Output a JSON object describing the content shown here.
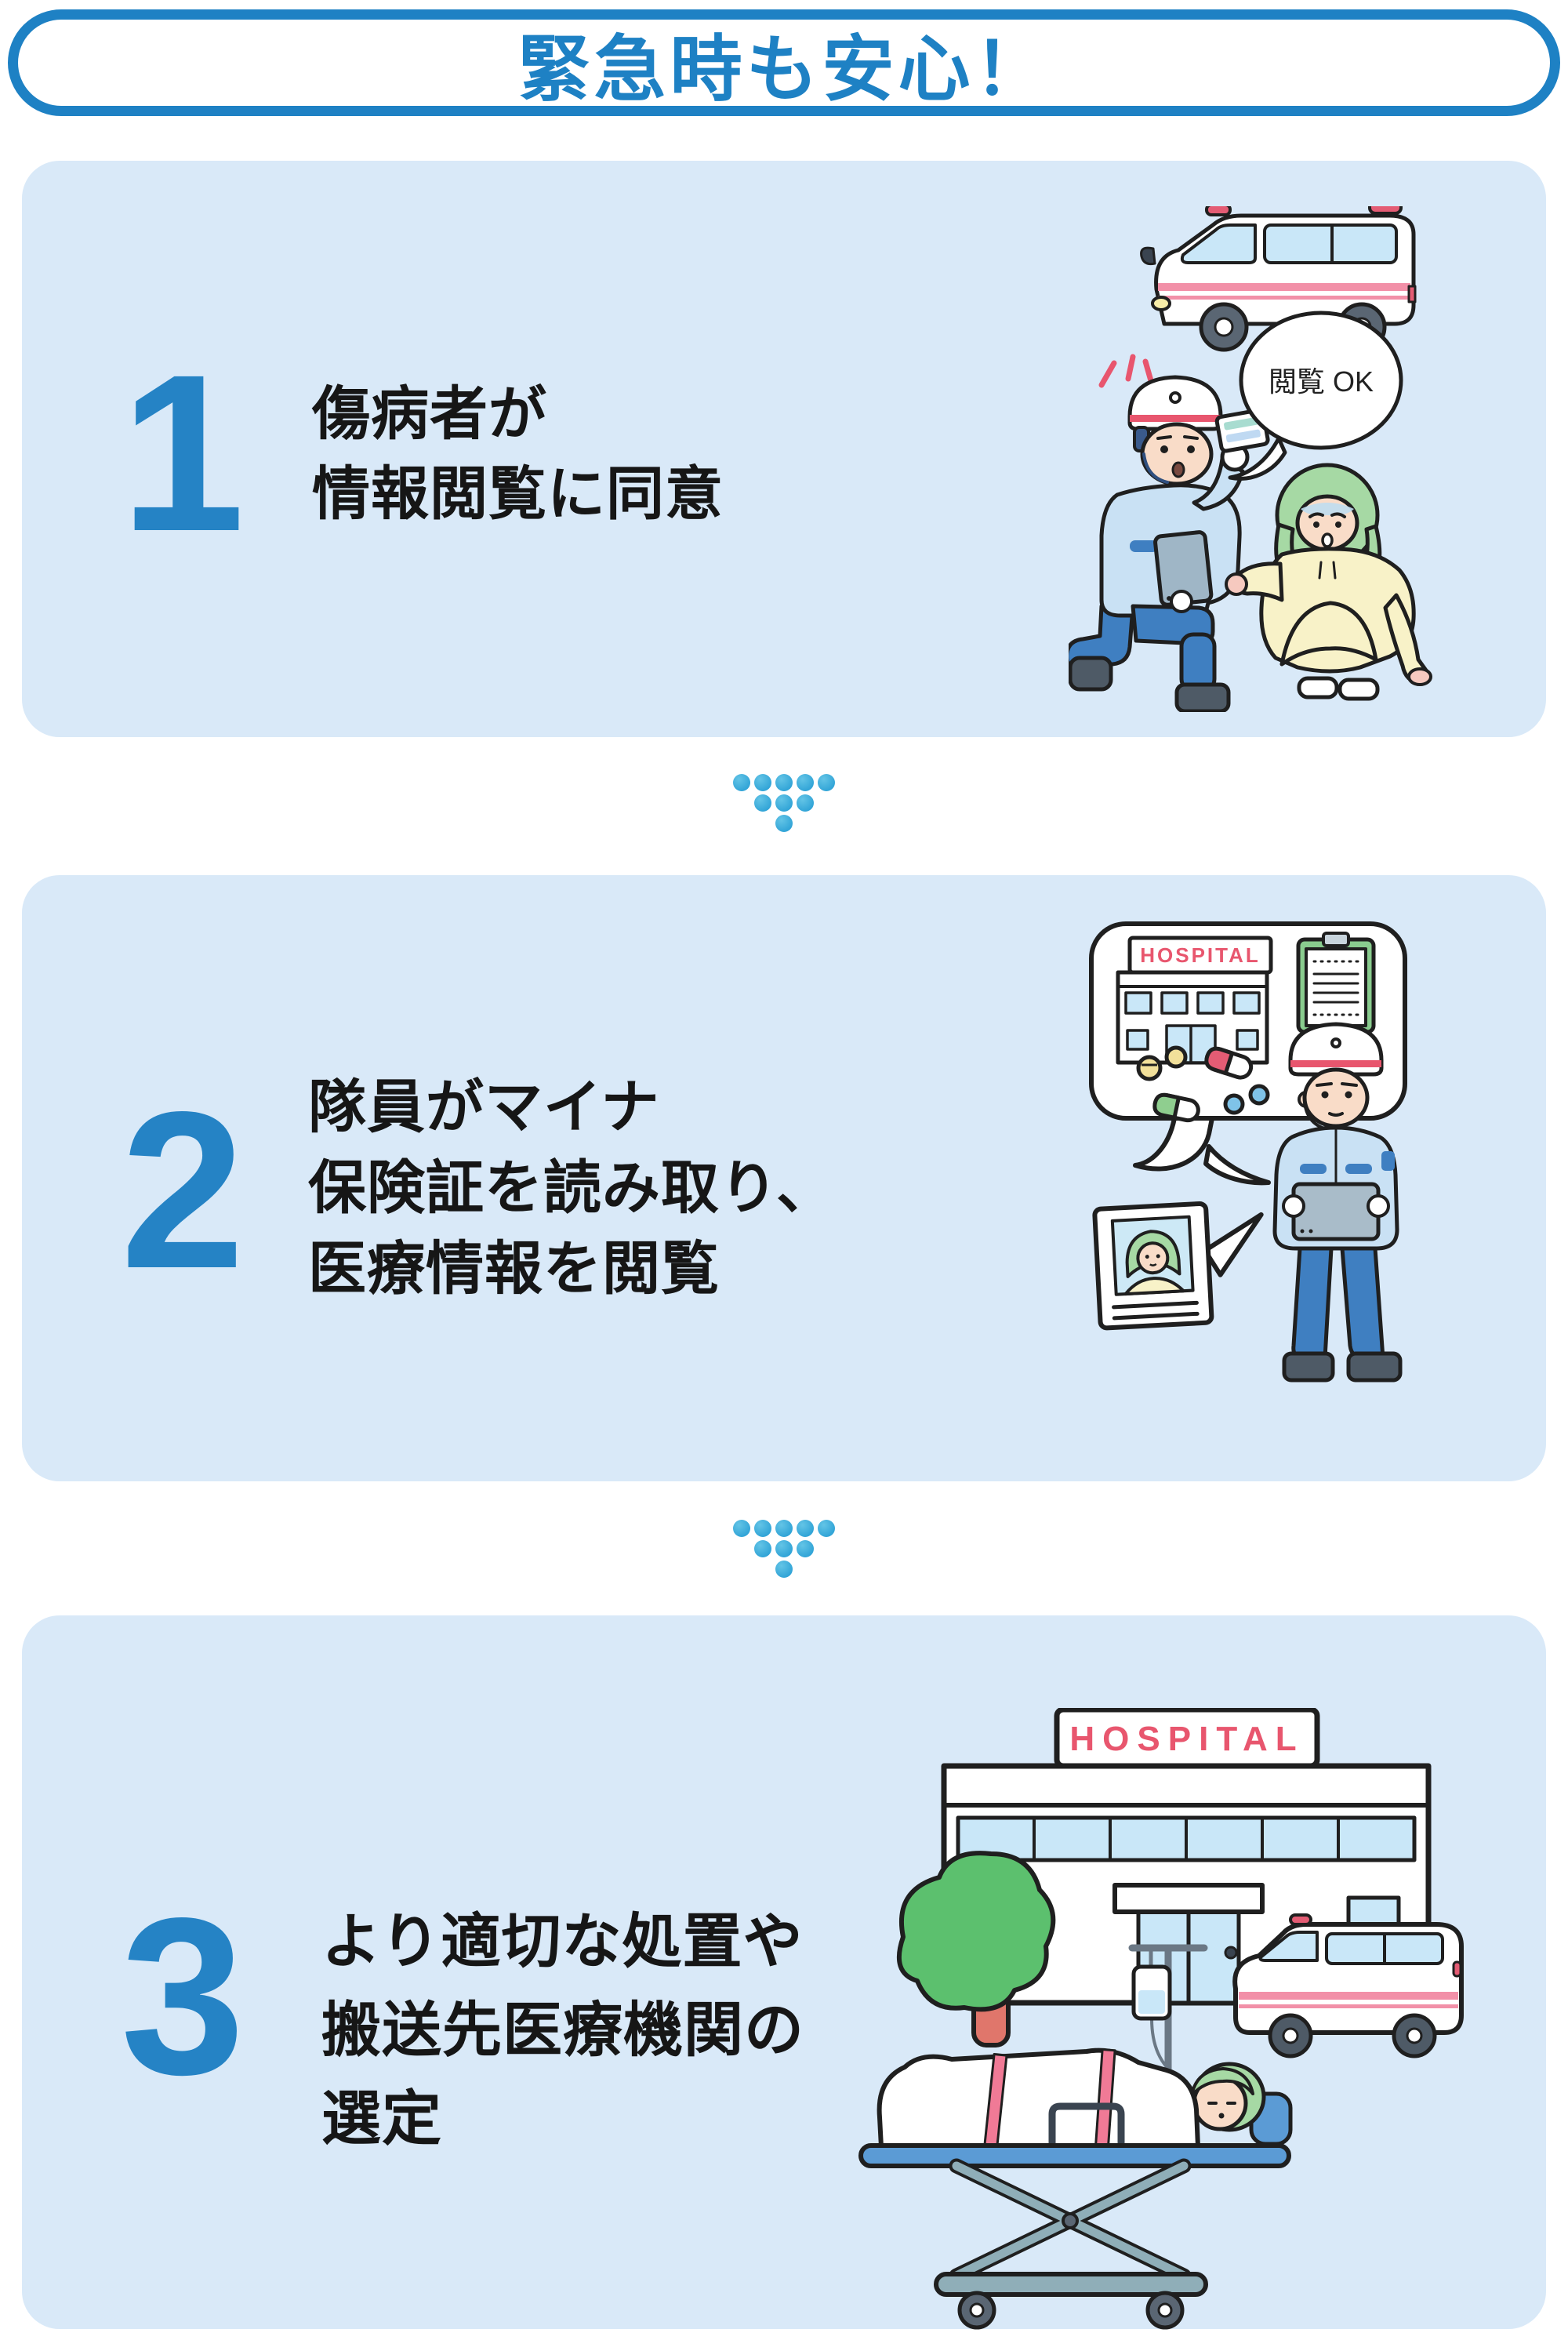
{
  "header": {
    "title": "緊急時も安心！"
  },
  "steps": [
    {
      "number": "1",
      "lines": [
        "傷病者が",
        "情報閲覧に同意"
      ],
      "illustration": {
        "speech_bubble_text": "閲覧 OK"
      }
    },
    {
      "number": "2",
      "lines": [
        "隊員がマイナ",
        "保険証を読み取り、",
        "医療情報を閲覧"
      ],
      "illustration": {
        "hospital_sign": "HOSPITAL"
      }
    },
    {
      "number": "3",
      "lines": [
        "より適切な処置や",
        "搬送先医療機関の",
        "選定"
      ],
      "illustration": {
        "hospital_sign": "HOSPITAL"
      }
    }
  ],
  "icons": {
    "down_arrow": "dots-triangle"
  },
  "colors": {
    "accent_blue": "#1E81C4",
    "number_blue": "#2583C5",
    "card_background": "#D9E9F8",
    "arrow_dots_cyan": "#45B0DC",
    "text_dark": "#161616",
    "illustration_outline": "#1F1F1F",
    "pink_red": "#E8566E",
    "uniform_light_blue": "#C9E1F4",
    "uniform_pants_blue": "#3F7FC1",
    "window_light_blue": "#C9E7F8",
    "hair_green": "#A6D9A4",
    "hoodie_yellow": "#F8F2C8",
    "tree_green": "#5CC06E",
    "trunk_salmon": "#E0766B",
    "stretcher_blue": "#5B9BD5"
  }
}
